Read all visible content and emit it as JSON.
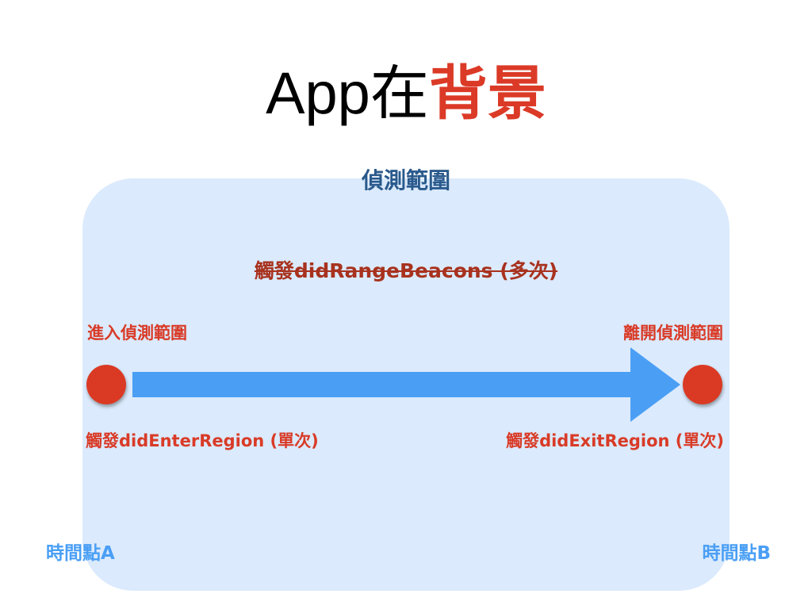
{
  "title": {
    "prefix": "App在",
    "highlight": "背景"
  },
  "zone_label": "偵測範圍",
  "range_event": "觸發didRangeBeacons (多次)",
  "enter": {
    "label": "進入偵測範圍",
    "event": "觸發didEnterRegion (單次)"
  },
  "exit": {
    "label": "離開偵測範圍",
    "event": "觸發didExitRegion (單次)"
  },
  "time_a": "時間點A",
  "time_b": "時間點B",
  "colors": {
    "accent_red": "#db3a27",
    "arrow_blue": "#4a9ff5",
    "zone_bg": "#dbeafc"
  }
}
